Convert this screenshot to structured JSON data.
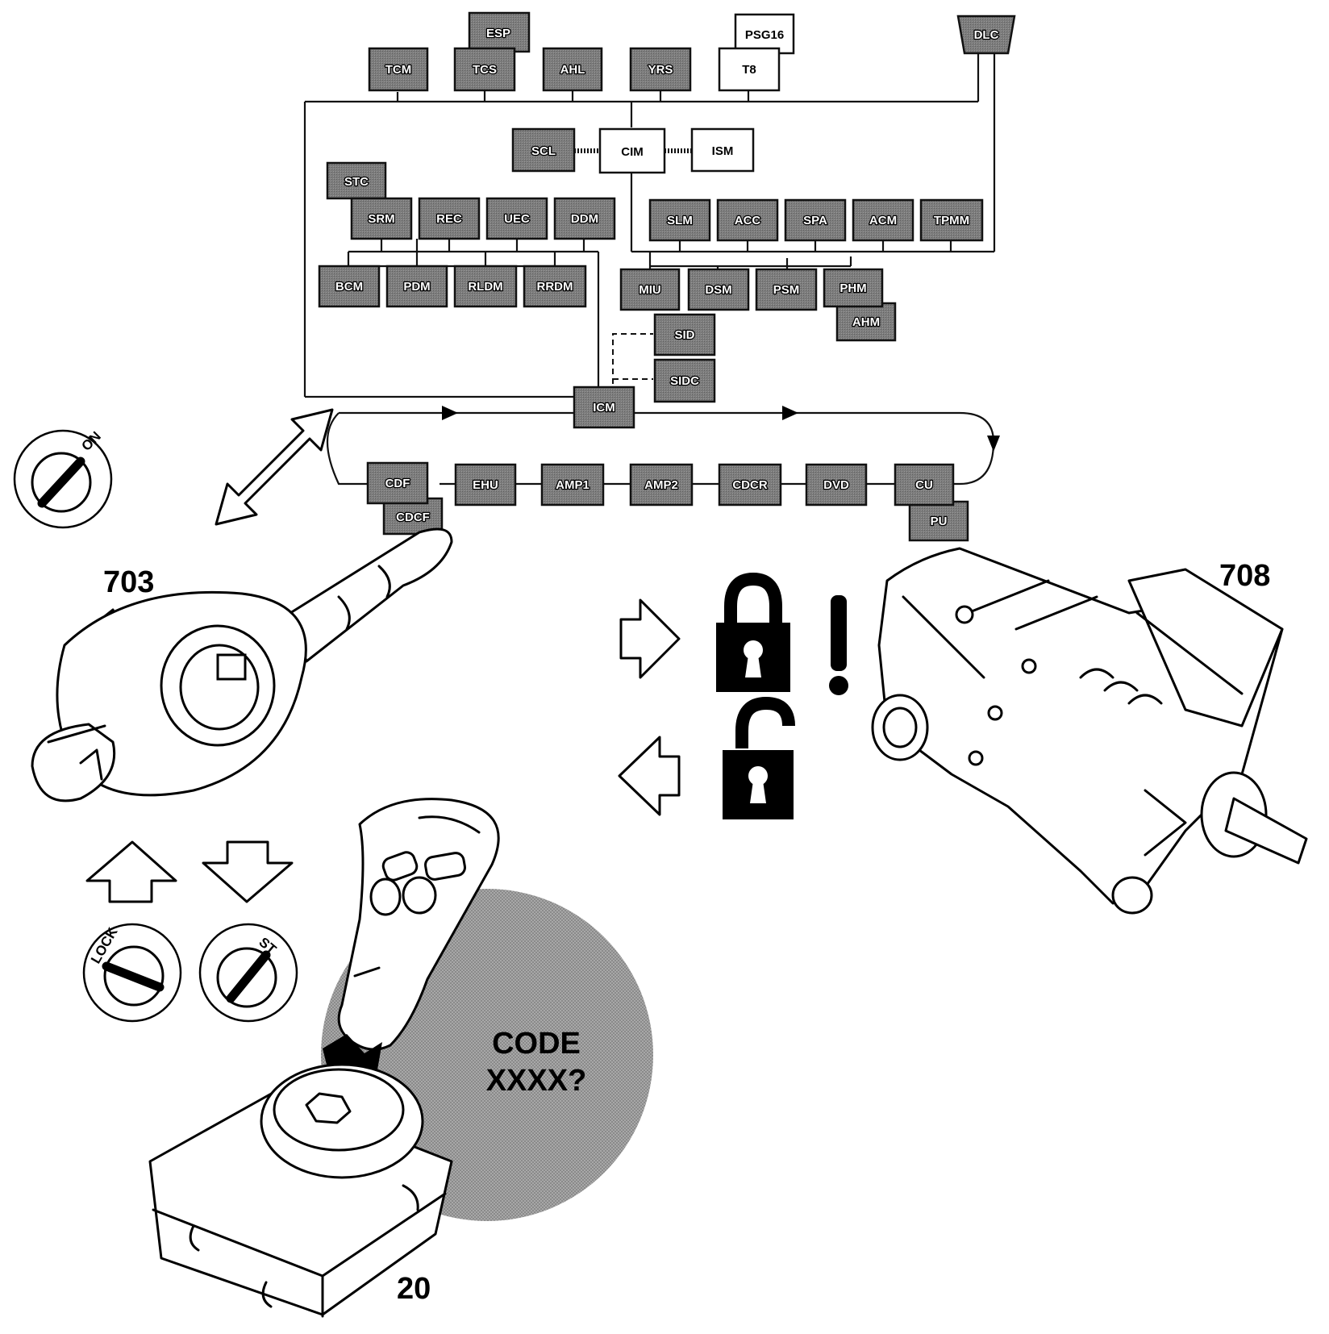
{
  "colors": {
    "module_fill": "#7a7a7a",
    "module_border": "#111111",
    "white_module_fill": "#ffffff",
    "line": "#111111",
    "shadow": "#9a9a9a"
  },
  "modules": {
    "ESP": "ESP",
    "TCM": "TCM",
    "TCS": "TCS",
    "AHL": "AHL",
    "YRS": "YRS",
    "PSG16": "PSG16",
    "T8": "T8",
    "DLC": "DLC",
    "SCL": "SCL",
    "CIM": "CIM",
    "ISM": "ISM",
    "STC": "STC",
    "SRM": "SRM",
    "REC": "REC",
    "UEC": "UEC",
    "DDM": "DDM",
    "SLM": "SLM",
    "ACC": "ACC",
    "SPA": "SPA",
    "ACM": "ACM",
    "TPMM": "TPMM",
    "BCM": "BCM",
    "PDM": "PDM",
    "RLDM": "RLDM",
    "RRDM": "RRDM",
    "MIU": "MIU",
    "DSM": "DSM",
    "PSM": "PSM",
    "PHM": "PHM",
    "AHM": "AHM",
    "SID": "SID",
    "SIDC": "SIDC",
    "ICM": "ICM",
    "CDF": "CDF",
    "CDCF": "CDCF",
    "EHU": "EHU",
    "AMP1": "AMP1",
    "AMP2": "AMP2",
    "CDCR": "CDCR",
    "DVD": "DVD",
    "CU": "CU",
    "PU": "PU"
  },
  "callouts": {
    "c703": "703",
    "c708": "708",
    "c20": "20"
  },
  "code_bubble": {
    "line1": "CODE",
    "line2": "XXXX?"
  },
  "switch_positions": {
    "on": "ON",
    "lock": "LOCK",
    "st": "ST"
  },
  "icons": [
    "double-arrow-icon",
    "arrow-right-icon",
    "arrow-left-icon",
    "lock-closed-icon",
    "lock-open-icon",
    "exclamation-icon",
    "arrow-up-icon",
    "arrow-down-icon",
    "insert-arrow-icon"
  ]
}
